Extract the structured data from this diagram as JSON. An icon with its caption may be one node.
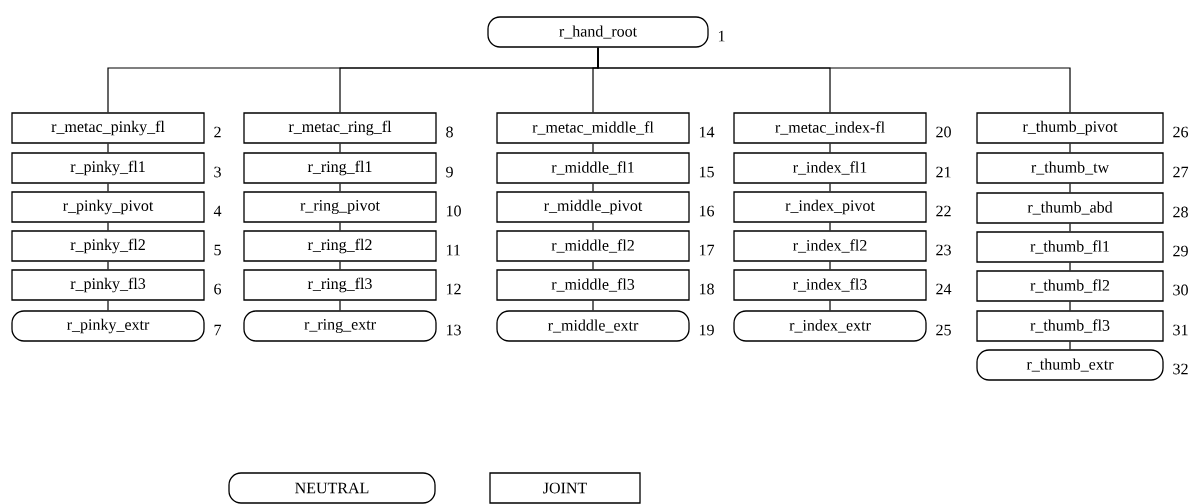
{
  "diagram": {
    "nodes": [
      {
        "text": [
          "r_hand_root"
        ],
        "beside": [
          "1"
        ]
      },
      {
        "text": [
          "r_metac_pinky_fl"
        ],
        "beside": [
          "2"
        ]
      },
      {
        "text": [
          "r_pinky_fl1"
        ],
        "beside": [
          "3"
        ]
      },
      {
        "text": [
          "r_pinky_pivot"
        ],
        "beside": [
          "4"
        ]
      },
      {
        "text": [
          "r_pinky_fl2"
        ],
        "beside": [
          "5"
        ]
      },
      {
        "text": [
          "r_pinky_fl3"
        ],
        "beside": [
          "6"
        ]
      },
      {
        "text": [
          "r_pinky_extr"
        ],
        "beside": [
          "7"
        ]
      },
      {
        "text": [
          "r_metac_ring_fl"
        ],
        "beside": [
          "8"
        ]
      },
      {
        "text": [
          "r_ring_fl1"
        ],
        "beside": [
          "9"
        ]
      },
      {
        "text": [
          "r_ring_pivot"
        ],
        "beside": [
          "10"
        ]
      },
      {
        "text": [
          "r_ring_fl2"
        ],
        "beside": [
          "11"
        ]
      },
      {
        "text": [
          "r_ring_fl3"
        ],
        "beside": [
          "12"
        ]
      },
      {
        "text": [
          "r_ring_extr"
        ],
        "beside": [
          "13"
        ]
      },
      {
        "text": [
          "r_metac_middle_fl"
        ],
        "beside": [
          "14"
        ]
      },
      {
        "text": [
          "r_middle_fl1"
        ],
        "beside": [
          "15"
        ]
      },
      {
        "text": [
          "r_middle_pivot"
        ],
        "beside": [
          "16"
        ]
      },
      {
        "text": [
          "r_middle_fl2"
        ],
        "beside": [
          "17"
        ]
      },
      {
        "text": [
          "r_middle_fl3"
        ],
        "beside": [
          "18"
        ]
      },
      {
        "text": [
          "r_middle_extr"
        ],
        "beside": [
          "19"
        ]
      },
      {
        "text": [
          "r_metac_index-fl"
        ],
        "beside": [
          "20"
        ]
      },
      {
        "text": [
          "r_index_fl1"
        ],
        "beside": [
          "21"
        ]
      },
      {
        "text": [
          "r_index_pivot"
        ],
        "beside": [
          "22"
        ]
      },
      {
        "text": [
          "r_index_fl2"
        ],
        "beside": [
          "23"
        ]
      },
      {
        "text": [
          "r_index_fl3"
        ],
        "beside": [
          "24"
        ]
      },
      {
        "text": [
          "r_index_extr"
        ],
        "beside": [
          "25"
        ]
      },
      {
        "text": [
          "r_thumb_pivot"
        ],
        "beside": [
          "26"
        ]
      },
      {
        "text": [
          "r_thumb_tw"
        ],
        "beside": [
          "27"
        ]
      },
      {
        "text": [
          "r_thumb_abd"
        ],
        "beside": [
          "28"
        ]
      },
      {
        "text": [
          "r_thumb_fl1"
        ],
        "beside": [
          "29"
        ]
      },
      {
        "text": [
          "r_thumb_fl2"
        ],
        "beside": [
          "30"
        ]
      },
      {
        "text": [
          "r_thumb_fl3"
        ],
        "beside": [
          "31"
        ]
      },
      {
        "text": [
          "r_thumb_extr"
        ],
        "beside": [
          "32"
        ]
      },
      {
        "text": [
          "NEUTRAL"
        ]
      },
      {
        "text": [
          "JOINT"
        ]
      }
    ],
    "edges": [
      {
        "from": 0,
        "to": 1,
        "arrow": "none"
      },
      {
        "from": 0,
        "to": 7,
        "arrow": "none"
      },
      {
        "from": 0,
        "to": 13,
        "arrow": "none"
      },
      {
        "from": 0,
        "to": 19,
        "arrow": "none"
      },
      {
        "from": 0,
        "to": 25,
        "arrow": "none"
      },
      {
        "from": 1,
        "to": 2,
        "arrow": "none"
      },
      {
        "from": 2,
        "to": 3,
        "arrow": "none"
      },
      {
        "from": 3,
        "to": 4,
        "arrow": "none"
      },
      {
        "from": 4,
        "to": 5,
        "arrow": "none"
      },
      {
        "from": 5,
        "to": 6,
        "arrow": "none"
      },
      {
        "from": 7,
        "to": 8,
        "arrow": "none"
      },
      {
        "from": 8,
        "to": 9,
        "arrow": "none"
      },
      {
        "from": 9,
        "to": 10,
        "arrow": "none"
      },
      {
        "from": 10,
        "to": 11,
        "arrow": "none"
      },
      {
        "from": 11,
        "to": 12,
        "arrow": "none"
      },
      {
        "from": 13,
        "to": 14,
        "arrow": "none"
      },
      {
        "from": 14,
        "to": 15,
        "arrow": "none"
      },
      {
        "from": 15,
        "to": 16,
        "arrow": "none"
      },
      {
        "from": 16,
        "to": 17,
        "arrow": "none"
      },
      {
        "from": 17,
        "to": 18,
        "arrow": "none"
      },
      {
        "from": 19,
        "to": 20,
        "arrow": "none"
      },
      {
        "from": 20,
        "to": 21,
        "arrow": "none"
      },
      {
        "from": 21,
        "to": 22,
        "arrow": "none"
      },
      {
        "from": 22,
        "to": 23,
        "arrow": "none"
      },
      {
        "from": 23,
        "to": 24,
        "arrow": "none"
      },
      {
        "from": 25,
        "to": 26,
        "arrow": "none"
      },
      {
        "from": 26,
        "to": 27,
        "arrow": "none"
      },
      {
        "from": 27,
        "to": 28,
        "arrow": "none"
      },
      {
        "from": 28,
        "to": 29,
        "arrow": "none"
      },
      {
        "from": 29,
        "to": 30,
        "arrow": "none"
      },
      {
        "from": 30,
        "to": 31,
        "arrow": "none"
      }
    ]
  }
}
